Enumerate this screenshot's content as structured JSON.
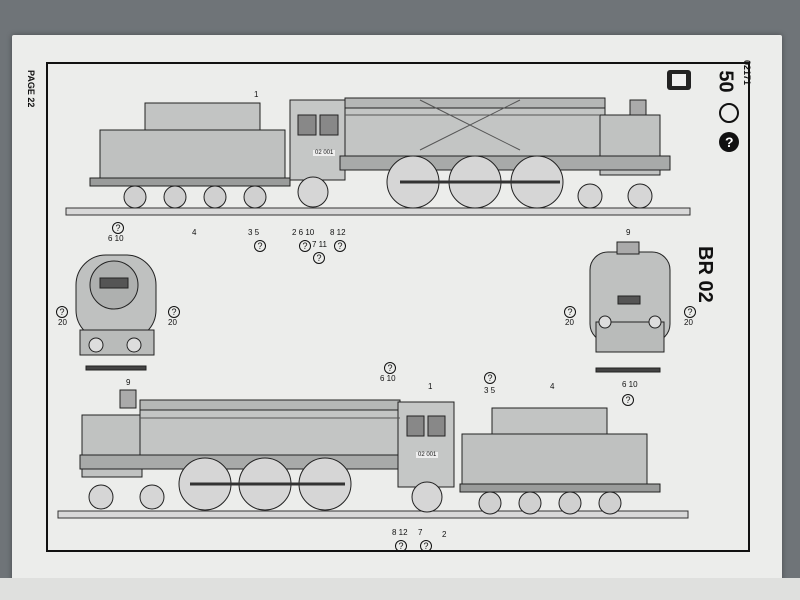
{
  "page": {
    "page_label": "PAGE 22",
    "code": "02171",
    "title": "BR 02",
    "scale_number": "50",
    "help_symbol": "?",
    "loco_number": "02 001"
  },
  "callouts": {
    "top_side": [
      "1",
      "4",
      "3 5",
      "2 6 10",
      "7 11",
      "8 12",
      "9"
    ],
    "front_view": [
      "6 10",
      "20",
      "20"
    ],
    "rear_view": [
      "20",
      "20",
      "6 10"
    ],
    "bottom_side": [
      "9",
      "1",
      "6 10",
      "3 5",
      "4",
      "8 12",
      "7",
      "2"
    ]
  }
}
